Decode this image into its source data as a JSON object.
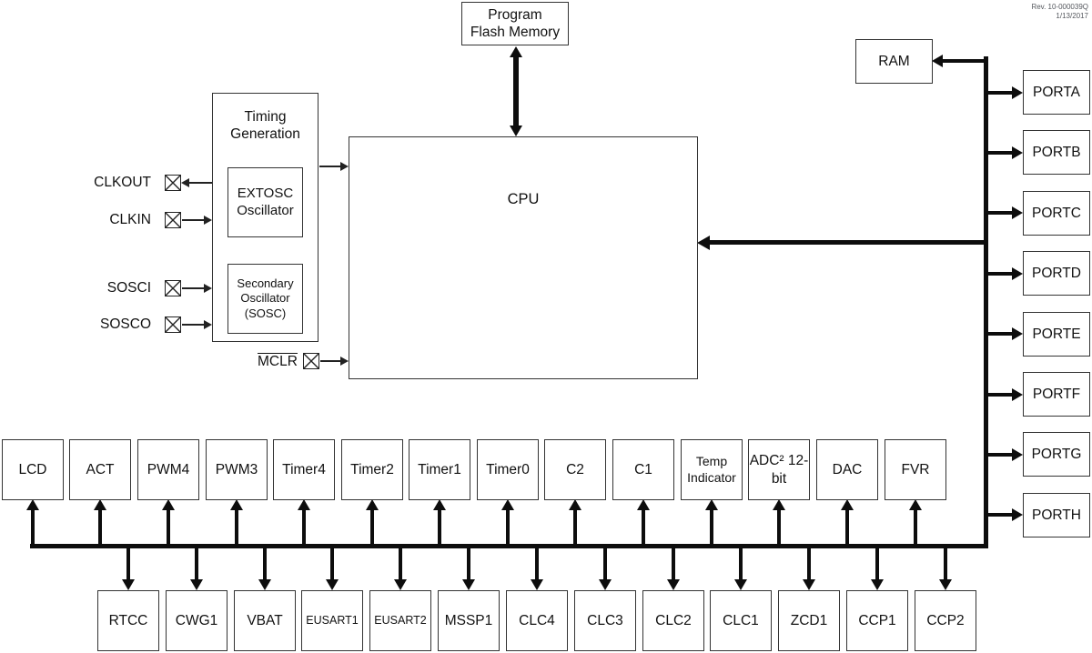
{
  "meta": {
    "rev": "Rev. 10-000039Q",
    "date": "1/13/2017"
  },
  "colors": {
    "line": "#0d0d0d",
    "box_border": "#333333",
    "text": "#111111",
    "background": "#ffffff"
  },
  "blocks": {
    "program_flash": {
      "line1": "Program",
      "line2": "Flash Memory"
    },
    "cpu": "CPU",
    "ram": "RAM",
    "timing": {
      "line1": "Timing",
      "line2": "Generation"
    },
    "extosc": {
      "line1": "EXTOSC",
      "line2": "Oscillator"
    },
    "sosc": {
      "line1": "Secondary",
      "line2": "Oscillator",
      "line3": "(SOSC)"
    }
  },
  "pins": {
    "clkout": "CLKOUT",
    "clkin": "CLKIN",
    "sosci": "SOSCI",
    "sosco": "SOSCO",
    "mclr": "MCLR"
  },
  "ports": [
    "PORTA",
    "PORTB",
    "PORTC",
    "PORTD",
    "PORTE",
    "PORTF",
    "PORTG",
    "PORTH"
  ],
  "peripherals_top": [
    "LCD",
    "ACT",
    "PWM4",
    "PWM3",
    "Timer4",
    "Timer2",
    "Timer1",
    "Timer0",
    "C2",
    "C1",
    "Temp Indicator",
    "ADC² 12-bit",
    "DAC",
    "FVR"
  ],
  "peripherals_bottom": [
    "RTCC",
    "CWG1",
    "VBAT",
    "EUSART1",
    "EUSART2",
    "MSSP1",
    "CLC4",
    "CLC3",
    "CLC2",
    "CLC1",
    "ZCD1",
    "CCP1",
    "CCP2"
  ]
}
